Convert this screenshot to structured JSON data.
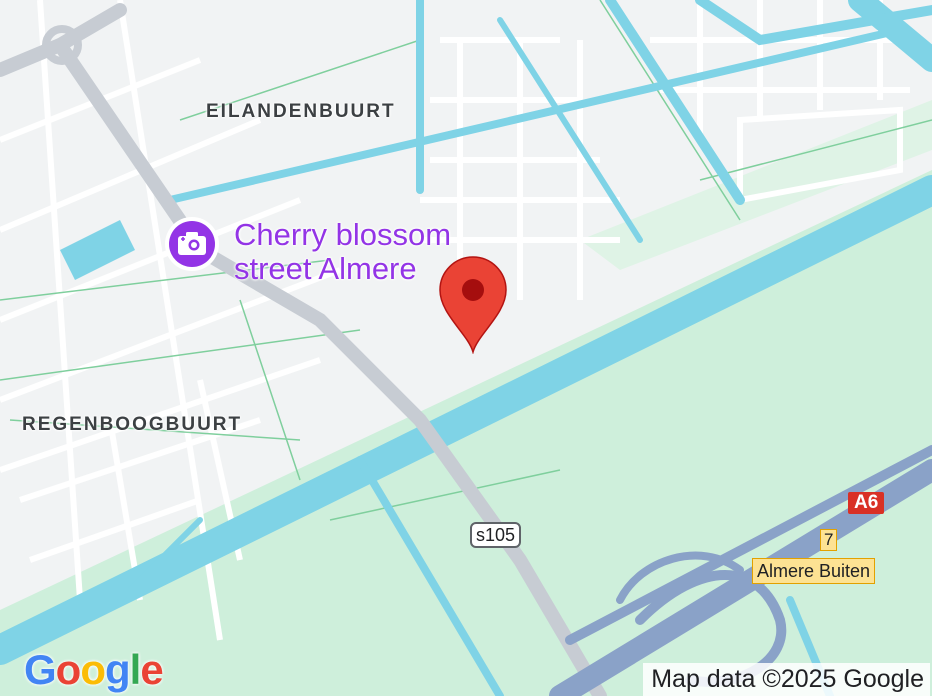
{
  "map": {
    "area_labels": {
      "eilandenbuurt": "EILANDENBUURT",
      "regenboogbuurt": "REGENBOOGBUURT"
    },
    "poi": {
      "label_line1": "Cherry blossom",
      "label_line2": "street Almere",
      "icon": "camera-icon",
      "color": "#9334e6"
    },
    "marker": {
      "icon": "map-pin-icon",
      "color": "#ea4335"
    },
    "road_shields": {
      "local_road": "s105",
      "highway": "A6",
      "exit_number": "7",
      "exit_name": "Almere Buiten"
    },
    "colors": {
      "water": "#7fd3e6",
      "park": "#ceefdb",
      "urban": "#f1f3f4",
      "highway": "#8aa2c8"
    }
  },
  "footer": {
    "logo": {
      "g1": "G",
      "o1": "o",
      "o2": "o",
      "g2": "g",
      "l": "l",
      "e": "e"
    },
    "attribution": "Map data ©2025 Google"
  }
}
